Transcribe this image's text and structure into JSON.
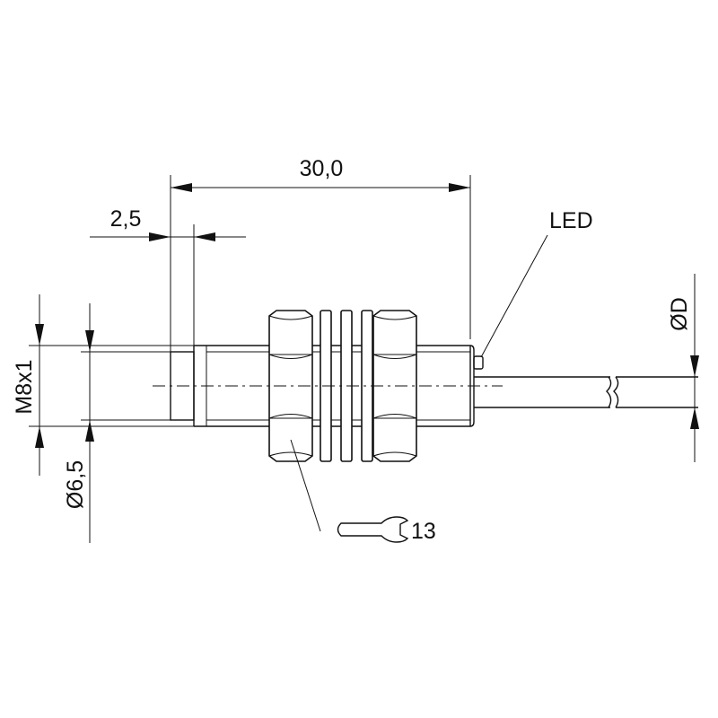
{
  "dimensions": {
    "overall_length": "30,0",
    "thread_unthreaded_length": "2,5",
    "thread_size": "M8x1",
    "core_diameter": "Ø6,5",
    "cable_diameter": "ØD",
    "wrench_size": "13"
  },
  "labels": {
    "led": "LED"
  },
  "icons": {
    "wrench": "open-end-wrench-icon",
    "diameter": "diameter-symbol"
  }
}
